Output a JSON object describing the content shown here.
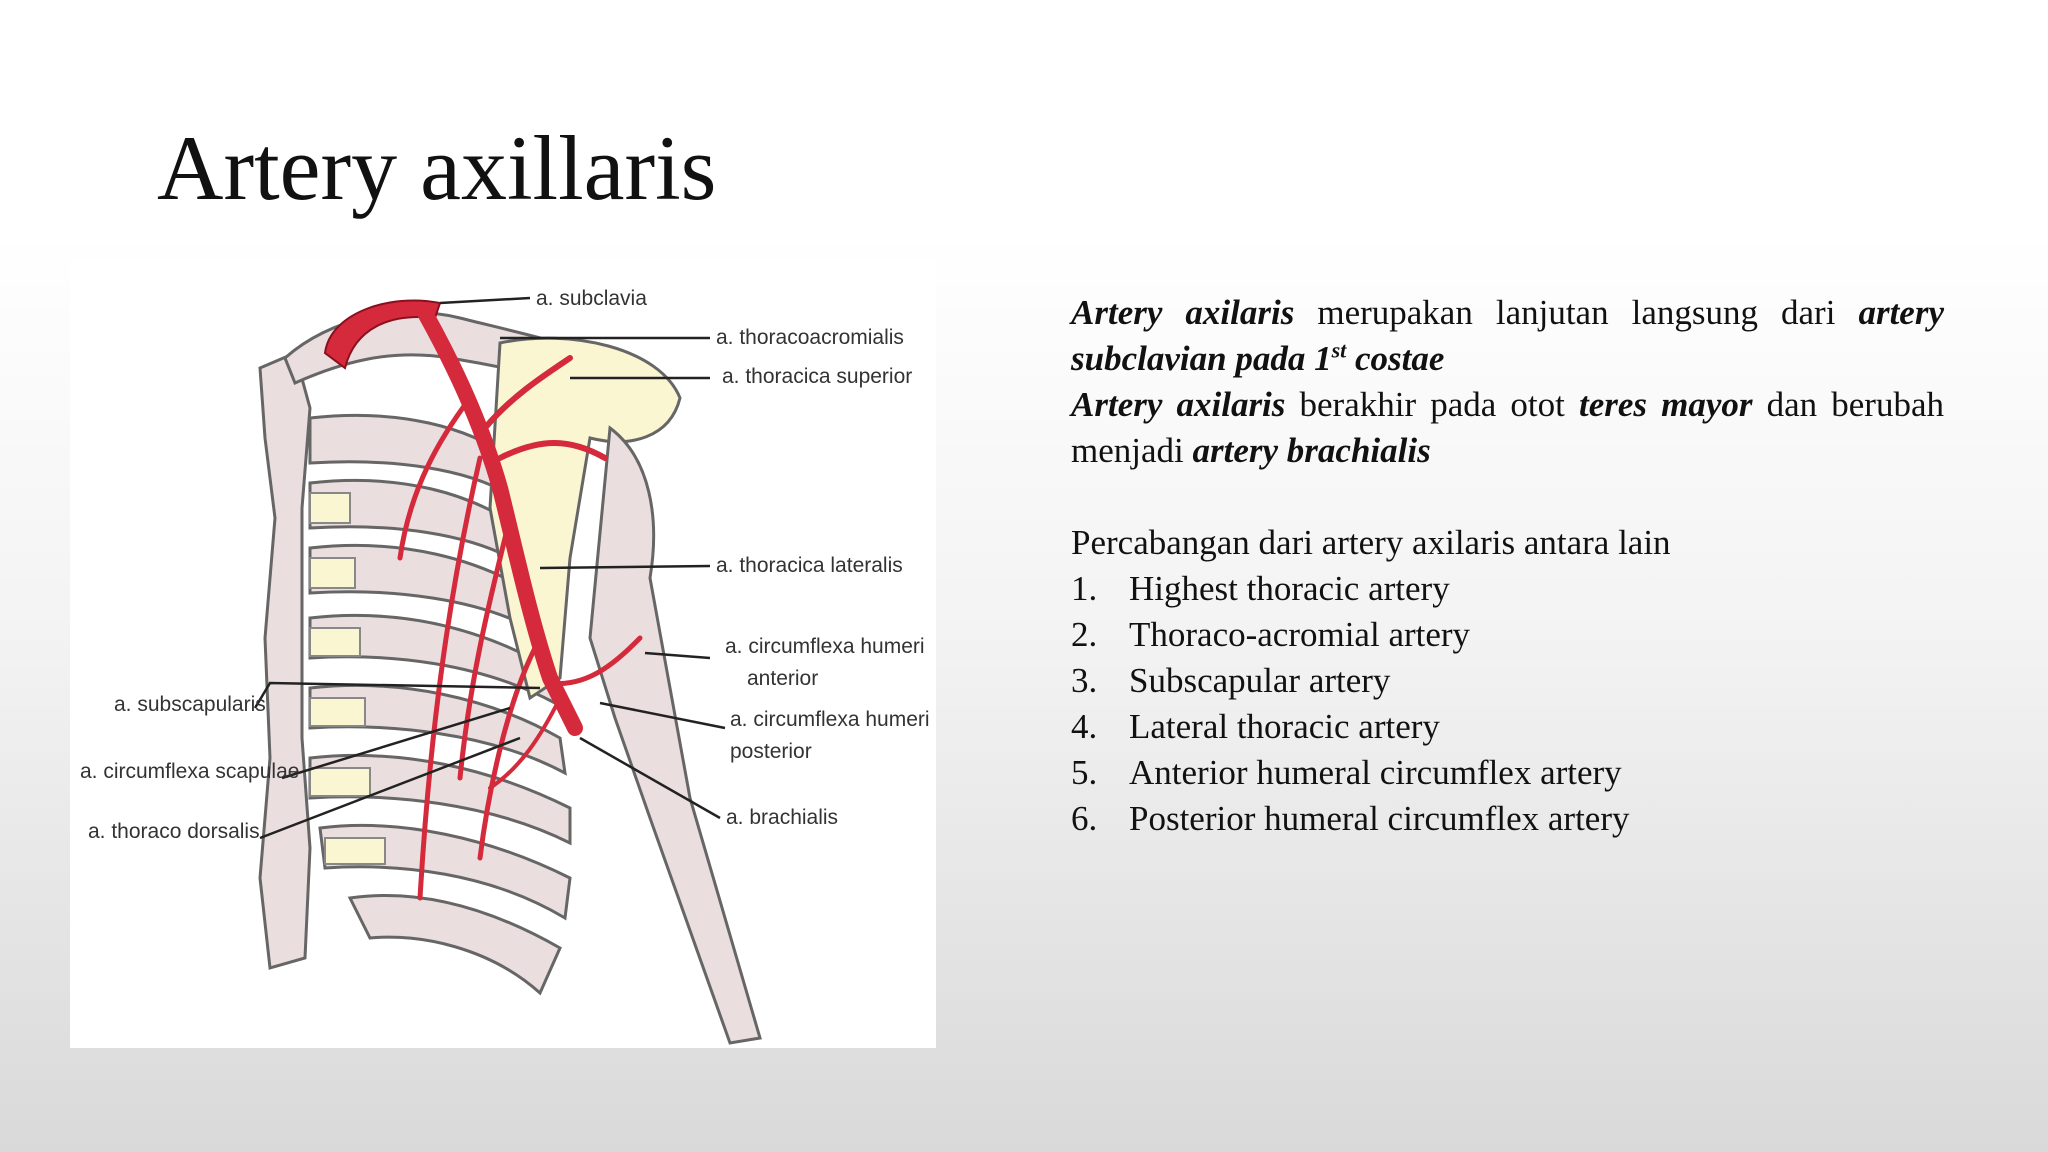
{
  "title": "Artery axillaris",
  "figure": {
    "labels": {
      "subclavia": "a. subclavia",
      "thoracoacromialis": "a. thoracoacromialis",
      "thoracica_superior": "a. thoracica superior",
      "thoracica_lateralis": "a. thoracica lateralis",
      "circumflexa_humeri_anterior_1": "a. circumflexa humeri",
      "circumflexa_humeri_anterior_2": "anterior",
      "circumflexa_humeri_posterior_1": "a. circumflexa humeri",
      "circumflexa_humeri_posterior_2": "posterior",
      "brachialis": "a. brachialis",
      "subscapularis": "a. subscapularis",
      "circumflexa_scapulae": "a. circumflexa scapulae",
      "thoraco_dorsalis": "a. thoraco dorsalis"
    },
    "colors": {
      "artery": "#d42a3c",
      "bone": "#eadede",
      "cartilage": "#fbf6d2",
      "outline": "#666666"
    }
  },
  "paragraph1": {
    "t1": "Artery axilaris",
    "t2": " merupakan lanjutan langsung dari ",
    "t3": "artery subclavian pada 1",
    "t3_sup": "st",
    "t4": " costae"
  },
  "paragraph2": {
    "t1": "Artery axilaris",
    "t2": " berakhir pada otot ",
    "t3": "teres mayor",
    "t4": " dan berubah menjadi ",
    "t5": "artery brachialis"
  },
  "branches": {
    "intro": "Percabangan dari artery axilaris antara lain",
    "items": [
      {
        "num": "1.",
        "text": "Highest thoracic artery"
      },
      {
        "num": "2.",
        "text": "Thoraco-acromial artery"
      },
      {
        "num": "3.",
        "text": "Subscapular artery"
      },
      {
        "num": "4.",
        "text": "Lateral thoracic artery"
      },
      {
        "num": "5.",
        "text": "Anterior humeral circumflex artery"
      },
      {
        "num": "6.",
        "text": "Posterior humeral circumflex artery"
      }
    ]
  }
}
